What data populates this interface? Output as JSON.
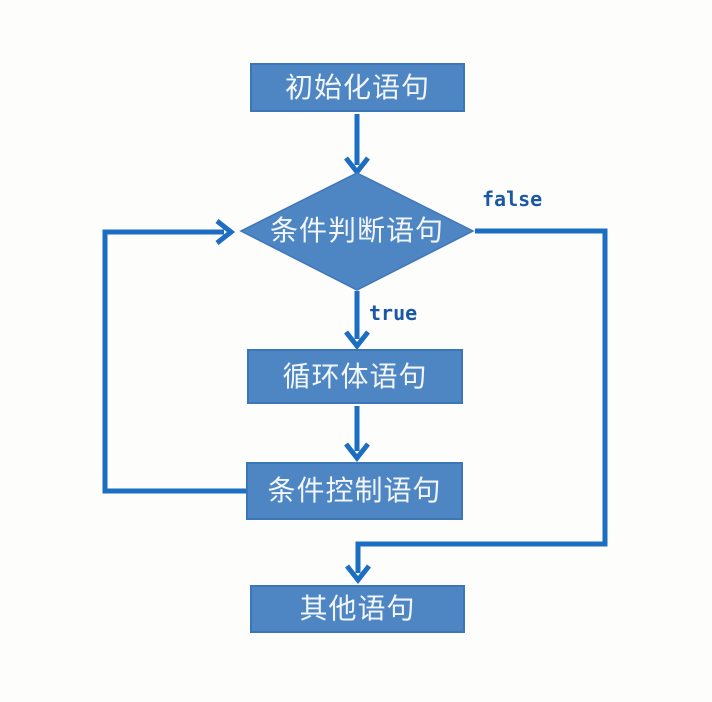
{
  "diagram": {
    "type": "flowchart",
    "description": "Loop-statement control flow diagram",
    "nodes": [
      {
        "id": "init",
        "type": "process",
        "label": "初始化语句"
      },
      {
        "id": "cond",
        "type": "decision",
        "label": "条件判断语句"
      },
      {
        "id": "body",
        "type": "process",
        "label": "循环体语句"
      },
      {
        "id": "control",
        "type": "process",
        "label": "条件控制语句"
      },
      {
        "id": "other",
        "type": "process",
        "label": "其他语句"
      }
    ],
    "edges": [
      {
        "from": "init",
        "to": "cond",
        "label": ""
      },
      {
        "from": "cond",
        "to": "body",
        "label": "true"
      },
      {
        "from": "cond",
        "to": "other",
        "label": "false"
      },
      {
        "from": "body",
        "to": "control",
        "label": ""
      },
      {
        "from": "control",
        "to": "cond",
        "label": ""
      }
    ],
    "edge_labels": {
      "true_label": "true",
      "false_label": "false"
    },
    "colors": {
      "node_fill": "#4e86c4",
      "node_border": "#3b76b8",
      "node_text": "#f2f5f9",
      "connector": "#1b6ec2",
      "edge_label_text": "#1a58a6",
      "background": "#fdfdfc"
    }
  }
}
